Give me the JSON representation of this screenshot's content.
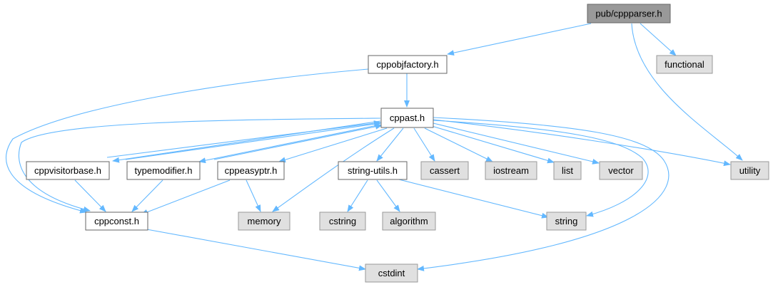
{
  "colors": {
    "edge": "#63b8ff",
    "root_fill": "#999999",
    "file_fill": "#ffffff",
    "system_fill": "#e0e0e0"
  },
  "nodes": {
    "cppparser": "pub/cppparser.h",
    "cppobjfactory": "cppobjfactory.h",
    "functional": "functional",
    "cppast": "cppast.h",
    "utility": "utility",
    "cppvisitorbase": "cppvisitorbase.h",
    "typemodifier": "typemodifier.h",
    "cppeasyptr": "cppeasyptr.h",
    "stringutils": "string-utils.h",
    "cassert": "cassert",
    "iostream": "iostream",
    "list": "list",
    "vector": "vector",
    "cppconst": "cppconst.h",
    "memory": "memory",
    "cstring": "cstring",
    "algorithm": "algorithm",
    "string": "string",
    "cstdint": "cstdint"
  }
}
